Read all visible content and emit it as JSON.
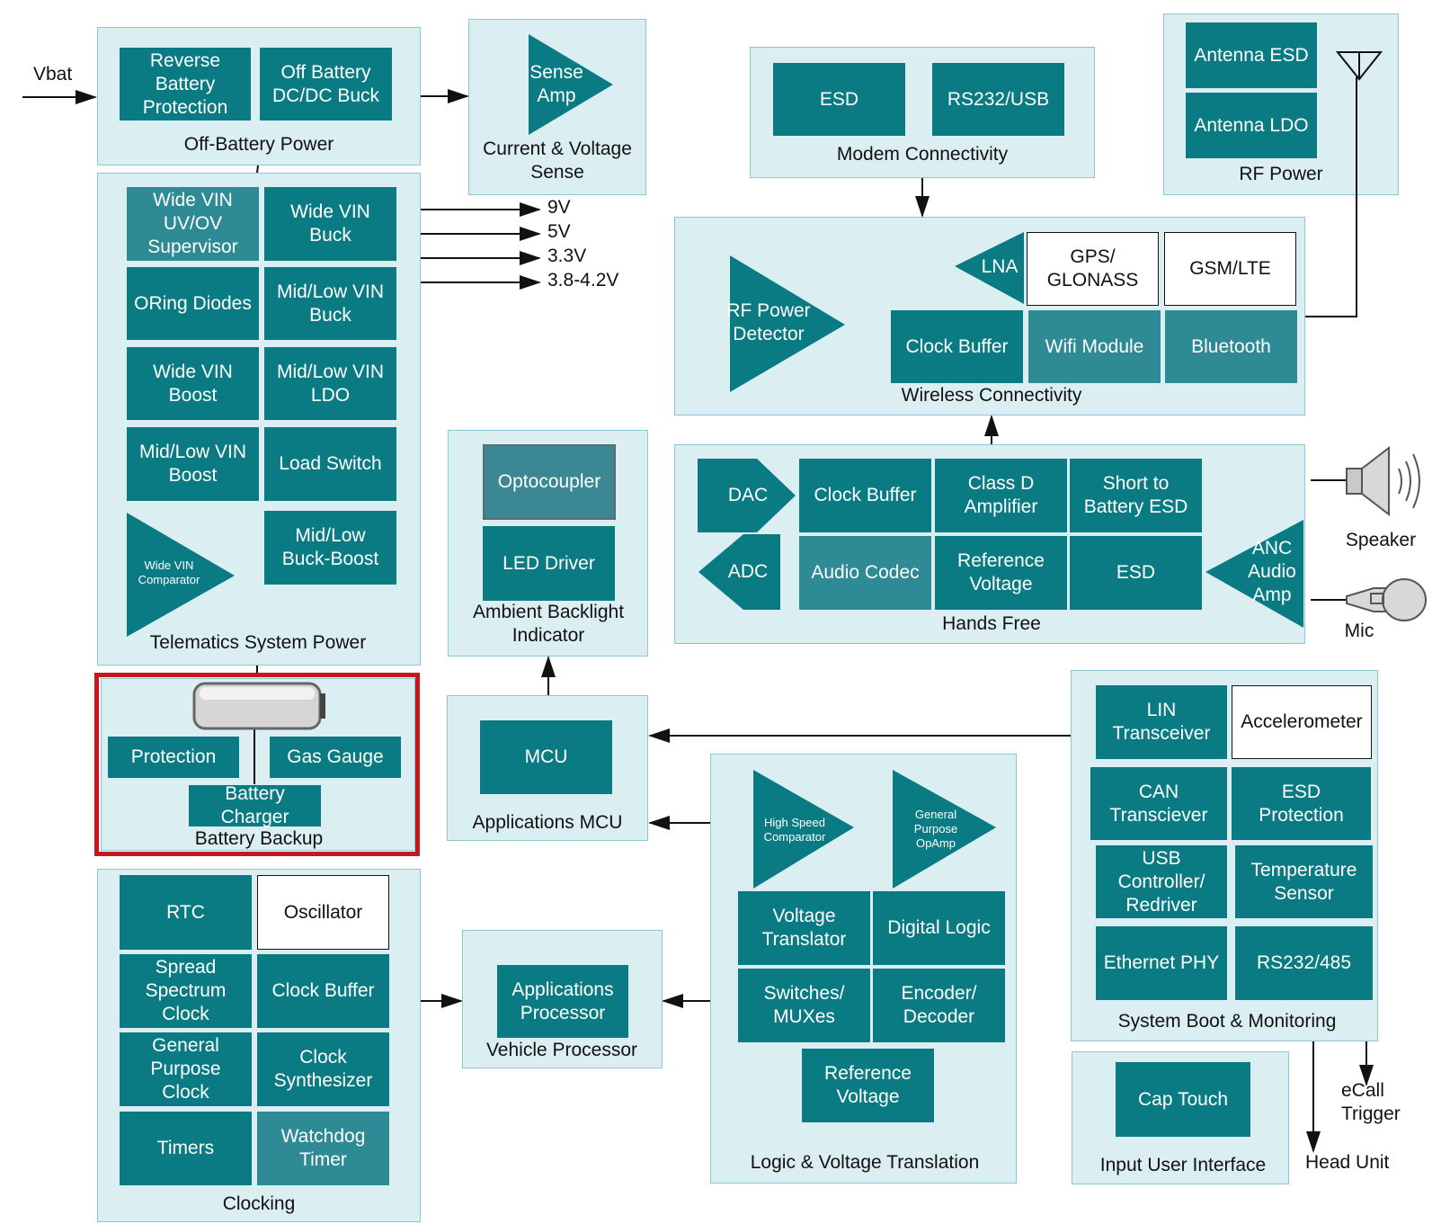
{
  "input": {
    "vbat": "Vbat"
  },
  "off_battery_power": {
    "title": "Off-Battery Power",
    "reverse_battery_protection": "Reverse\nBattery\nProtection",
    "off_battery_dcdc_buck": "Off Battery\nDC/DC Buck"
  },
  "current_voltage_sense": {
    "title": "Current & Voltage\nSense",
    "sense_amp": "Sense\nAmp"
  },
  "modem_connectivity": {
    "title": "Modem Connectivity",
    "esd": "ESD",
    "rs232_usb": "RS232/USB"
  },
  "rf_power": {
    "title": "RF Power",
    "antenna_esd": "Antenna ESD",
    "antenna_ldo": "Antenna LDO"
  },
  "telematics_system_power": {
    "title": "Telematics System Power",
    "wide_vin_uv_ov_supervisor": "Wide VIN\nUV/OV\nSupervisor",
    "wide_vin_buck": "Wide VIN\nBuck",
    "oring_diodes": "ORing Diodes",
    "mid_low_vin_buck": "Mid/Low VIN\nBuck",
    "wide_vin_boost": "Wide VIN\nBoost",
    "mid_low_vin_ldo": "Mid/Low VIN\nLDO",
    "mid_low_vin_boost": "Mid/Low VIN\nBoost",
    "load_switch": "Load Switch",
    "wide_vin_comparator": "Wide VIN\nComparator",
    "mid_low_buck_boost": "Mid/Low\nBuck-Boost"
  },
  "voltage_outputs": [
    "9V",
    "5V",
    "3.3V",
    "3.8-4.2V"
  ],
  "wireless_connectivity": {
    "title": "Wireless Connectivity",
    "rf_power_detector": "RF Power\nDetector",
    "lna": "LNA",
    "gps_glonass": "GPS/\nGLONASS",
    "gsm_lte": "GSM/LTE",
    "clock_buffer": "Clock Buffer",
    "wifi_module": "Wifi Module",
    "bluetooth": "Bluetooth"
  },
  "ambient_backlight_indicator": {
    "title": "Ambient Backlight\nIndicator",
    "optocoupler": "Optocoupler",
    "led_driver": "LED Driver"
  },
  "hands_free": {
    "title": "Hands Free",
    "dac": "DAC",
    "adc": "ADC",
    "clock_buffer": "Clock Buffer",
    "audio_codec": "Audio Codec",
    "class_d_amplifier": "Class D\nAmplifier",
    "reference_voltage": "Reference\nVoltage",
    "short_to_battery_esd": "Short to\nBattery ESD",
    "esd": "ESD",
    "anc_audio_amp": "ANC\nAudio\nAmp",
    "speaker": "Speaker",
    "mic": "Mic"
  },
  "battery_backup": {
    "title": "Battery Backup",
    "protection": "Protection",
    "gas_gauge": "Gas Gauge",
    "battery_charger": "Battery\nCharger"
  },
  "applications_mcu": {
    "title": "Applications MCU",
    "mcu": "MCU"
  },
  "system_boot_monitoring": {
    "title": "System Boot & Monitoring",
    "lin_transceiver": "LIN\nTransceiver",
    "accelerometer": "Accelerometer",
    "can_transciever": "CAN\nTransciever",
    "esd_protection": "ESD\nProtection",
    "usb_controller_redriver": "USB\nController/\nRedriver",
    "temperature_sensor": "Temperature\nSensor",
    "ethernet_phy": "Ethernet PHY",
    "rs232_485": "RS232/485"
  },
  "logic_voltage_translation": {
    "title": "Logic & Voltage Translation",
    "high_speed_comparator": "High Speed\nComparator",
    "general_purpose_opamp": "General\nPurpose\nOpAmp",
    "voltage_translator": "Voltage\nTranslator",
    "digital_logic": "Digital Logic",
    "switches_muxes": "Switches/\nMUXes",
    "encoder_decoder": "Encoder/\nDecoder",
    "reference_voltage": "Reference\nVoltage"
  },
  "clocking": {
    "title": "Clocking",
    "rtc": "RTC",
    "oscillator": "Oscillator",
    "spread_spectrum_clock": "Spread\nSpectrum\nClock",
    "clock_buffer": "Clock Buffer",
    "general_purpose_clock": "General\nPurpose\nClock",
    "clock_synthesizer": "Clock\nSynthesizer",
    "timers": "Timers",
    "watchdog_timer": "Watchdog\nTimer"
  },
  "vehicle_processor": {
    "title": "Vehicle Processor",
    "applications_processor": "Applications\nProcessor"
  },
  "input_user_interface": {
    "title": "Input User Interface",
    "cap_touch": "Cap Touch"
  },
  "external_outputs": {
    "ecall_trigger": "eCall\nTrigger",
    "head_unit": "Head Unit"
  },
  "colors": {
    "block": "#0a7b83",
    "panel": "#dbeff3",
    "panel_border": "#8fc5d0",
    "highlight": "#c8161e"
  }
}
